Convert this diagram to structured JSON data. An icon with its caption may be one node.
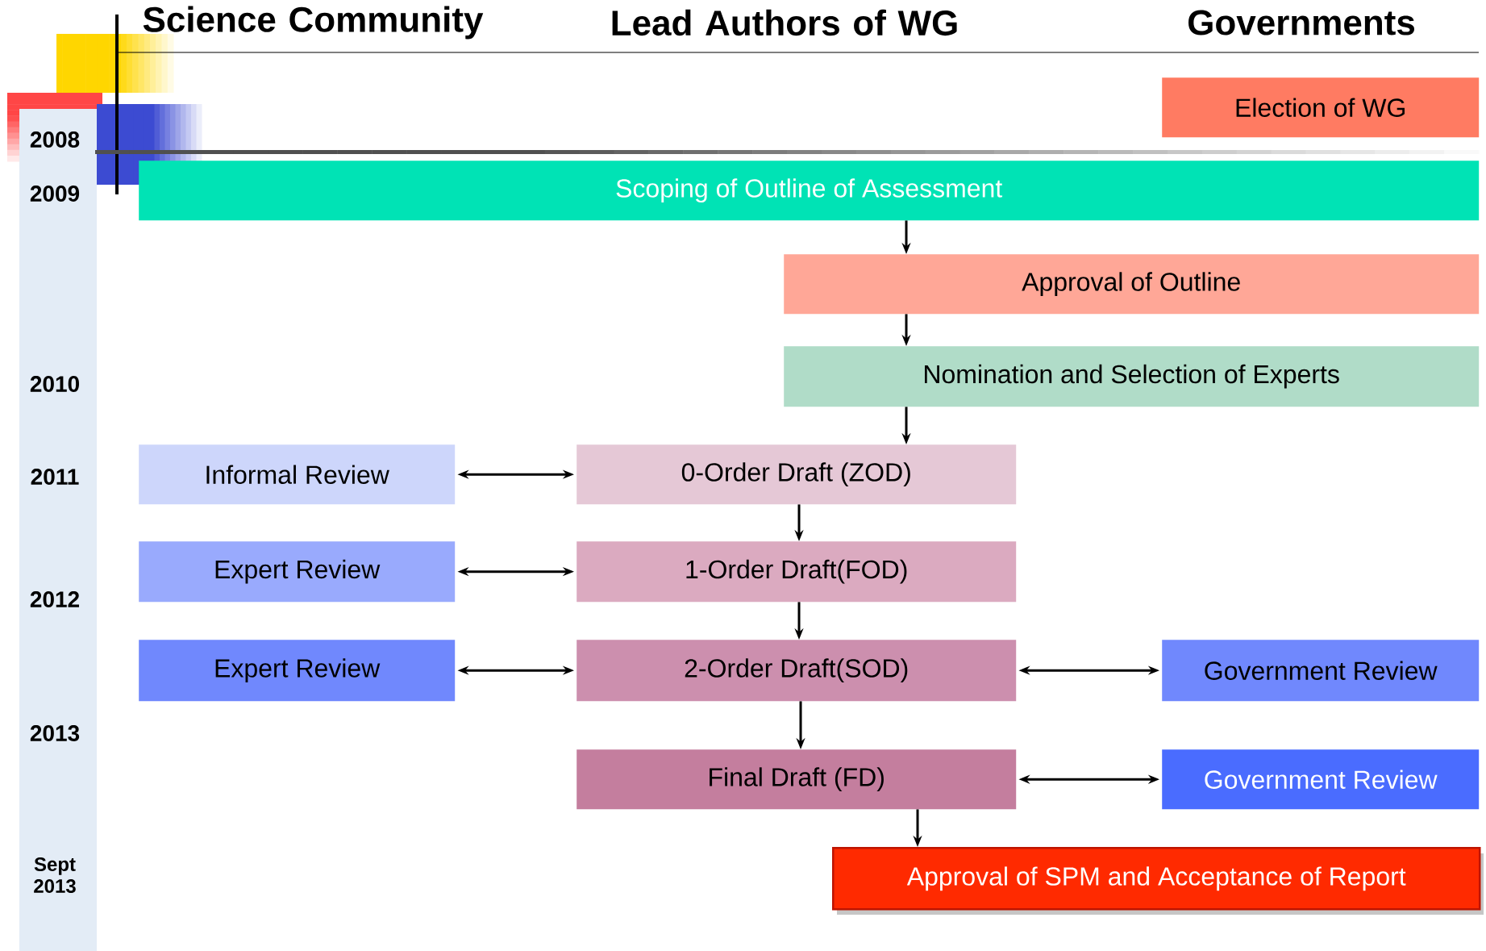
{
  "diagram": {
    "nodes": [
      {
        "text": [
          "Election of WG"
        ]
      },
      {
        "text": [
          "Scoping of Outline of Assessment"
        ]
      },
      {
        "text": [
          "Approval of Outline"
        ]
      },
      {
        "text": [
          "Nomination and Selection of Experts"
        ]
      },
      {
        "text": [
          "Informal Review"
        ]
      },
      {
        "text": [
          "0-Order Draft (ZOD)"
        ]
      },
      {
        "text": [
          "Expert Review"
        ]
      },
      {
        "text": [
          "1-Order Draft(FOD)"
        ]
      },
      {
        "text": [
          "Expert Review"
        ]
      },
      {
        "text": [
          "2-Order Draft(SOD)"
        ]
      },
      {
        "text": [
          "Government Review"
        ]
      },
      {
        "text": [
          "Final Draft (FD)"
        ]
      },
      {
        "text": [
          "Government Review"
        ]
      },
      {
        "text": [
          "Approval of SPM and Acceptance of Report"
        ]
      }
    ],
    "edges": [
      {
        "from": 1,
        "to": 2,
        "arrow": "to"
      },
      {
        "from": 2,
        "to": 3,
        "arrow": "to"
      },
      {
        "from": 3,
        "to": 5,
        "arrow": "to"
      },
      {
        "from": 4,
        "to": 5,
        "arrow": "both"
      },
      {
        "from": 5,
        "to": 7,
        "arrow": "to"
      },
      {
        "from": 6,
        "to": 7,
        "arrow": "both"
      },
      {
        "from": 7,
        "to": 9,
        "arrow": "to"
      },
      {
        "from": 8,
        "to": 9,
        "arrow": "both"
      },
      {
        "from": 9,
        "to": 10,
        "arrow": "both"
      },
      {
        "from": 9,
        "to": 11,
        "arrow": "to"
      },
      {
        "from": 11,
        "to": 12,
        "arrow": "both"
      },
      {
        "from": 11,
        "to": 13,
        "arrow": "to"
      }
    ],
    "labels": [
      "Science Community",
      "Lead Authors of WG",
      "Governments",
      "2008",
      "2009",
      "2010",
      "2011",
      "2012",
      "2013",
      "Sept 2013"
    ]
  }
}
